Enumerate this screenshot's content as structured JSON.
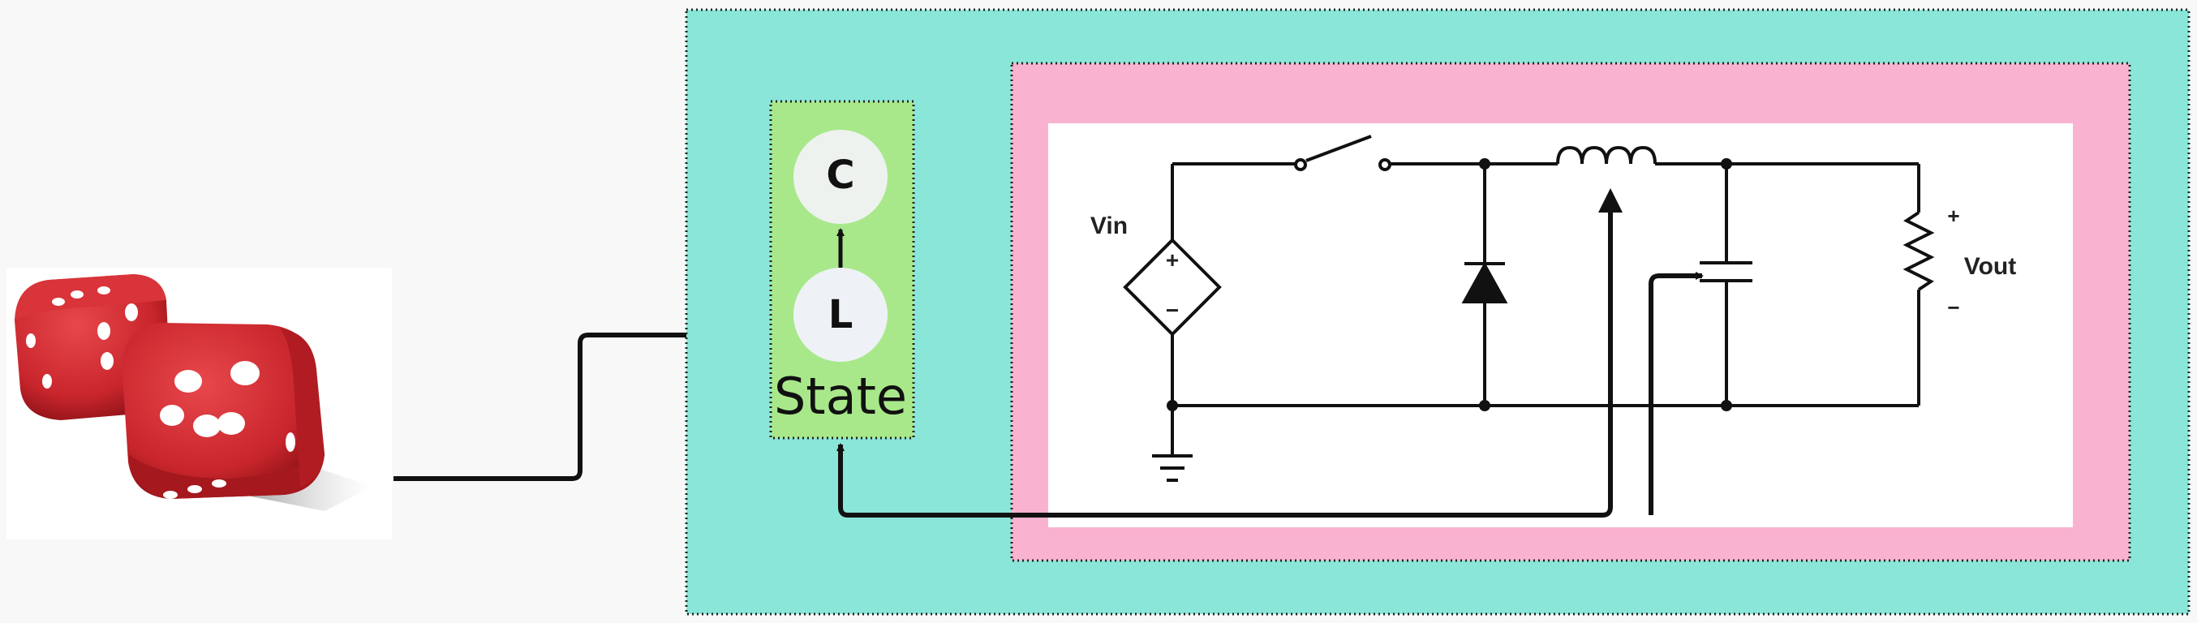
{
  "diagram": {
    "state_block": {
      "label": "State",
      "nodes": [
        {
          "id": "C",
          "label": "C"
        },
        {
          "id": "L",
          "label": "L"
        }
      ]
    },
    "circuit": {
      "vin_label": "Vin",
      "vout_label": "Vout",
      "plus_sign": "+",
      "minus_sign": "−"
    },
    "colors": {
      "outer_box": "#8ae6d8",
      "inner_box": "#f9b3d0",
      "circuit_bg": "#ffffff",
      "state_box": "#a8e88a",
      "node_fill": "#eef2ee",
      "dice": "#c8262c",
      "arrow": "#111111"
    },
    "icons": [
      "dice-icon",
      "switch-icon",
      "diode-icon",
      "inductor-icon",
      "capacitor-icon",
      "resistor-icon",
      "ground-icon",
      "voltage-source-icon"
    ]
  }
}
